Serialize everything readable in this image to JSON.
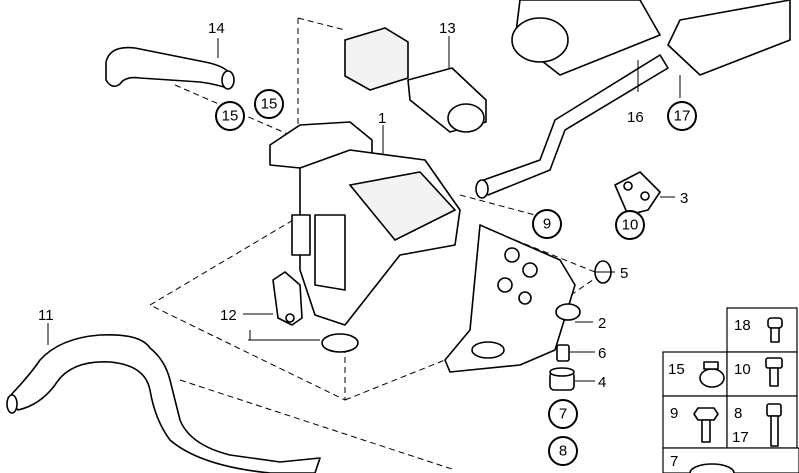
{
  "callouts": {
    "c1": "1",
    "c2": "2",
    "c3": "3",
    "c4": "4",
    "c5": "5",
    "c6": "6",
    "c7": "7",
    "c8": "8",
    "c9": "9",
    "c10": "10",
    "c11": "11",
    "c12": "12",
    "c13": "13",
    "c14": "14",
    "c15a": "15",
    "c15b": "15",
    "c16": "16",
    "c17": "17"
  },
  "legend": {
    "l18": "18",
    "l15": "15",
    "l10": "10",
    "l9": "9",
    "l8": "8",
    "l17": "17",
    "l7": "7"
  },
  "colors": {
    "ink": "#000000",
    "paper": "#ffffff",
    "shade": "#f3f3f3"
  }
}
